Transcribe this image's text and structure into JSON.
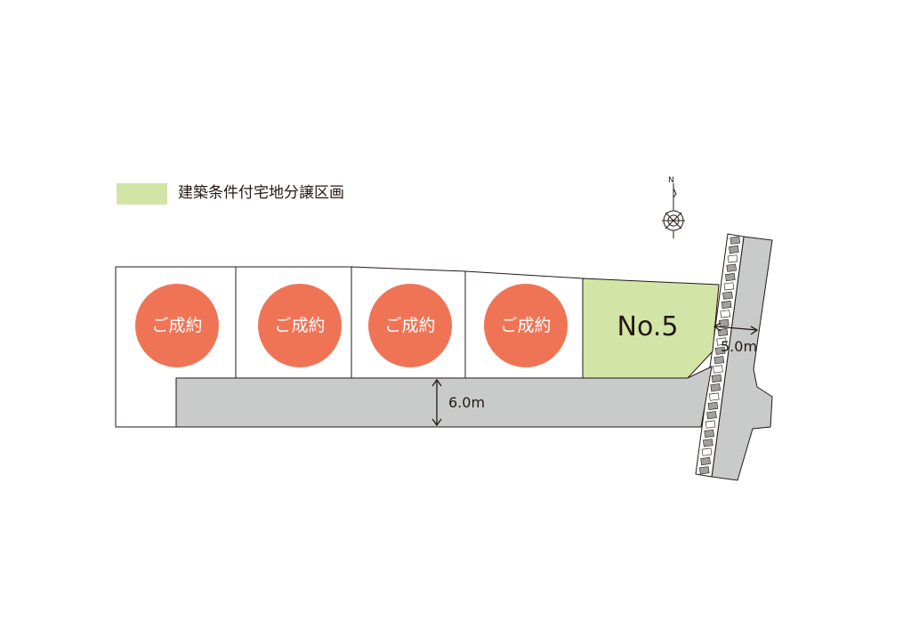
{
  "legend": {
    "label": "建築条件付宅地分譲区画",
    "swatch_color": "#d2e5a7"
  },
  "colors": {
    "sold_badge": "#ef7456",
    "road": "#c9caca",
    "sidewalk_tile": "#9fa0a0",
    "outline": "#231815"
  },
  "lots": [
    {
      "status": "sold",
      "label": "ご成約"
    },
    {
      "status": "sold",
      "label": "ご成約"
    },
    {
      "status": "sold",
      "label": "ご成約"
    },
    {
      "status": "sold",
      "label": "ご成約"
    },
    {
      "status": "available",
      "label": "No.5"
    }
  ],
  "roads": {
    "main_width_label": "6.0m",
    "side_width_label": "5.0m"
  },
  "compass": {
    "north_label": "N",
    "icon": "north-arrow-compass-icon"
  }
}
